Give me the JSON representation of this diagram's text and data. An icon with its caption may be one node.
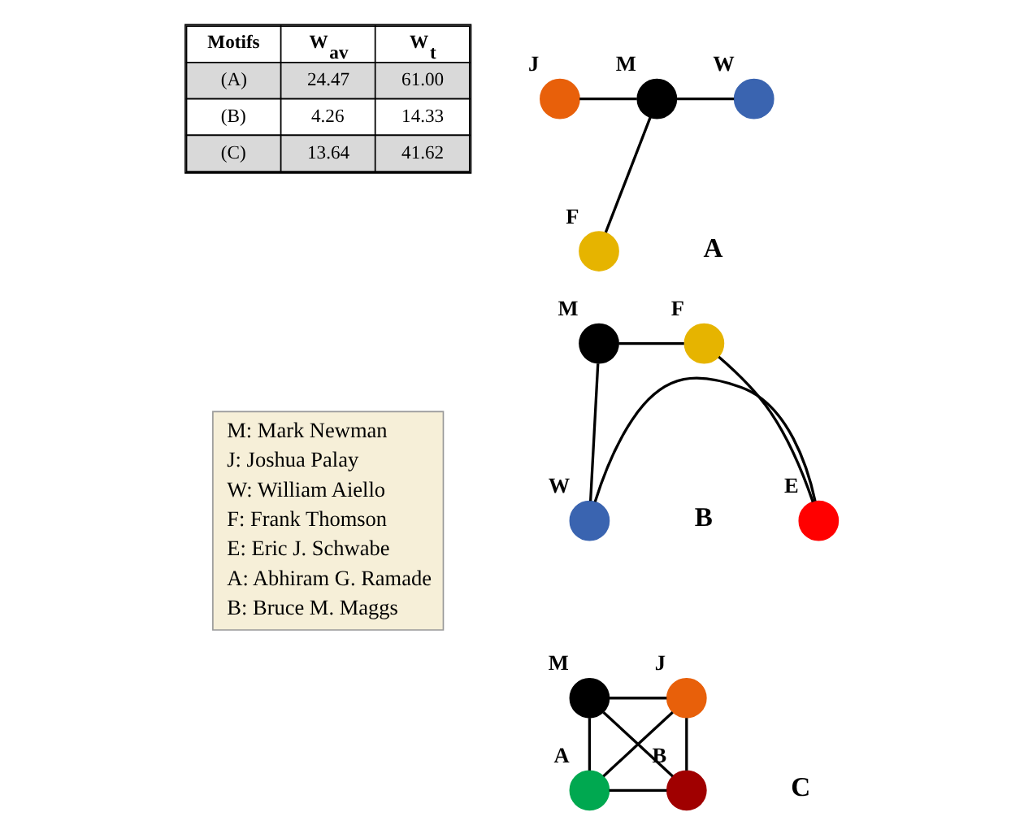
{
  "diagram": {
    "nodes": [
      {
        "text": [
          "J"
        ]
      },
      {
        "text": [
          "M"
        ]
      },
      {
        "text": [
          "W"
        ]
      },
      {
        "text": [
          "F"
        ]
      },
      {
        "text": [
          "M"
        ]
      },
      {
        "text": [
          "F"
        ]
      },
      {
        "text": [
          "W"
        ]
      },
      {
        "text": [
          "E"
        ]
      },
      {
        "text": [
          "M"
        ]
      },
      {
        "text": [
          "J"
        ]
      },
      {
        "text": [
          "A"
        ]
      },
      {
        "text": [
          "B"
        ]
      },
      {
        "text": [
          "M: Mark Newman",
          "J: Joshua Palay",
          "W: William Aiello",
          "F: Frank Thomson",
          "E: Eric J. Schwabe",
          "A: Abhiram G. Ramade",
          "B: Bruce M. Maggs"
        ]
      }
    ],
    "edges": [
      {
        "from": 0,
        "to": 1,
        "arrow": "none"
      },
      {
        "from": 1,
        "to": 2,
        "arrow": "none"
      },
      {
        "from": 1,
        "to": 3,
        "arrow": "none"
      },
      {
        "from": 4,
        "to": 5,
        "arrow": "none"
      },
      {
        "from": 4,
        "to": 6,
        "arrow": "none"
      },
      {
        "from": 5,
        "to": 7,
        "arrow": "none"
      },
      {
        "from": 6,
        "to": 7,
        "arrow": "none"
      },
      {
        "from": 8,
        "to": 9,
        "arrow": "none"
      },
      {
        "from": 8,
        "to": 10,
        "arrow": "none"
      },
      {
        "from": 8,
        "to": 11,
        "arrow": "none"
      },
      {
        "from": 9,
        "to": 10,
        "arrow": "none"
      },
      {
        "from": 9,
        "to": 11,
        "arrow": "none"
      },
      {
        "from": 10,
        "to": 11,
        "arrow": "none"
      }
    ],
    "labels": [
      "A",
      "B",
      "C",
      "Motifs",
      "W$_{av}$",
      "W$_{t}$",
      "(A)",
      "24.47",
      "61.00",
      "(B)",
      "4.26",
      "14.33",
      "(C)",
      "13.64",
      "41.62"
    ]
  }
}
